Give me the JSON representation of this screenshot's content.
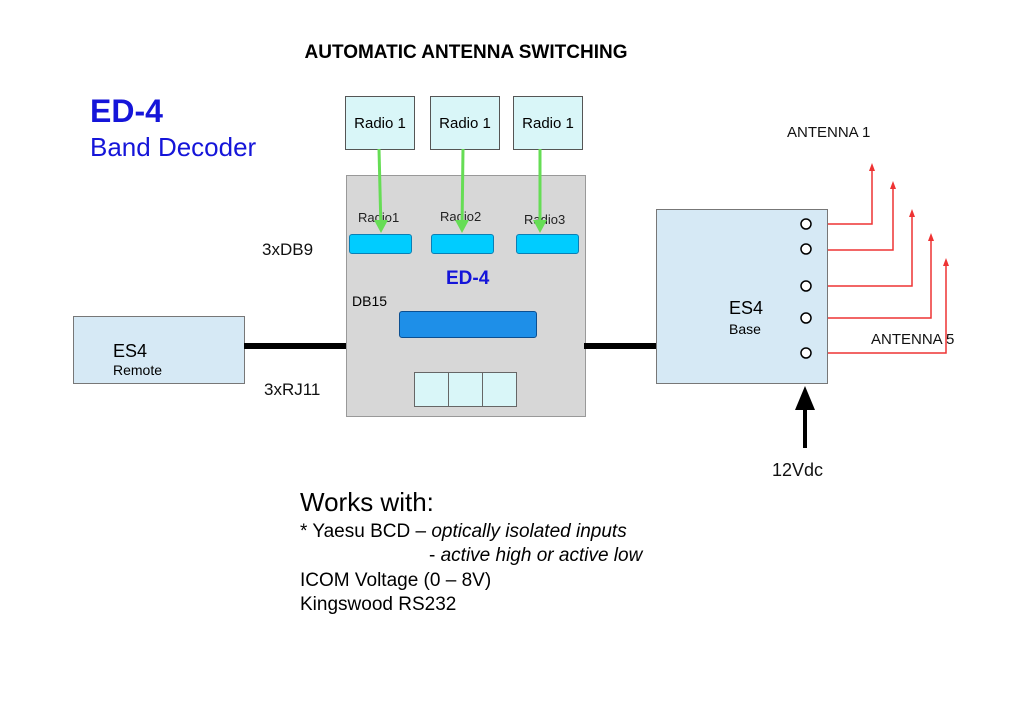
{
  "title": "AUTOMATIC ANTENNA SWITCHING",
  "product": {
    "name": "ED-4",
    "subtitle": "Band Decoder"
  },
  "radios": [
    "Radio 1",
    "Radio 1",
    "Radio 1"
  ],
  "ed4_box": {
    "ports": [
      "Radio1",
      "Radio2",
      "Radio3"
    ],
    "center_label": "ED-4",
    "db15_label": "DB15"
  },
  "left_labels": {
    "db9": "3xDB9",
    "rj11": "3xRJ11"
  },
  "es4_remote": {
    "name": "ES4",
    "tag": "Remote"
  },
  "es4_base": {
    "name": "ES4",
    "tag": "Base"
  },
  "antennas": {
    "first": "ANTENNA 1",
    "last": "ANTENNA 5"
  },
  "power": "12Vdc",
  "works_with": {
    "heading": "Works with:",
    "line1_prefix": "* Yaesu BCD – ",
    "line1_italic": "optically isolated inputs",
    "line2_prefix": "- ",
    "line2_italic": "active high or active low",
    "line3": "ICOM Voltage (0 – 8V)",
    "line4": "Kingswood RS232"
  },
  "colors": {
    "title_blue": "#1515d9",
    "arrow_green": "#66dd55",
    "antenna_red": "#ee3333",
    "cable": "#000000"
  }
}
